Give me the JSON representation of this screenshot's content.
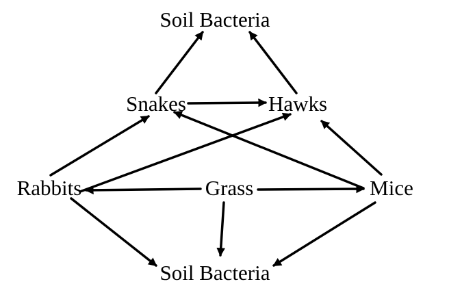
{
  "diagram": {
    "type": "food-web",
    "colors": {
      "line": "#000000",
      "text": "#000000",
      "background": "#ffffff"
    },
    "nodes": [
      {
        "id": "soil_bacteria_top",
        "label": "Soil Bacteria"
      },
      {
        "id": "snakes",
        "label": "Snakes"
      },
      {
        "id": "hawks",
        "label": "Hawks"
      },
      {
        "id": "rabbits",
        "label": "Rabbits"
      },
      {
        "id": "grass",
        "label": "Grass"
      },
      {
        "id": "mice",
        "label": "Mice"
      },
      {
        "id": "soil_bacteria_bottom",
        "label": "Soil Bacteria"
      }
    ],
    "edges": [
      {
        "from": "snakes",
        "to": "soil_bacteria_top"
      },
      {
        "from": "hawks",
        "to": "soil_bacteria_top"
      },
      {
        "from": "snakes",
        "to": "hawks"
      },
      {
        "from": "mice",
        "to": "snakes"
      },
      {
        "from": "mice",
        "to": "hawks"
      },
      {
        "from": "rabbits",
        "to": "snakes"
      },
      {
        "from": "rabbits",
        "to": "hawks"
      },
      {
        "from": "grass",
        "to": "rabbits"
      },
      {
        "from": "grass",
        "to": "mice"
      },
      {
        "from": "grass",
        "to": "soil_bacteria_bottom"
      },
      {
        "from": "rabbits",
        "to": "soil_bacteria_bottom"
      },
      {
        "from": "mice",
        "to": "soil_bacteria_bottom"
      }
    ]
  }
}
